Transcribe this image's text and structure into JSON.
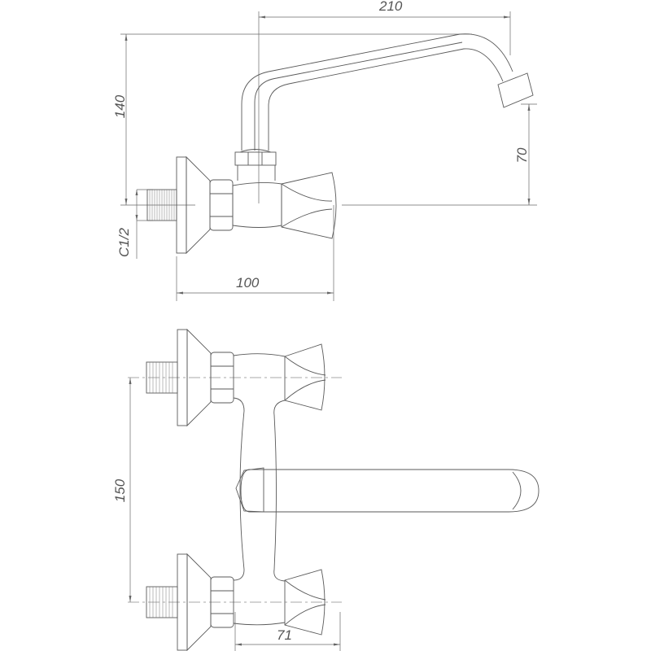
{
  "drawing": {
    "title": "Wall-mounted faucet dimensional drawing",
    "views": [
      "side-view",
      "front-view"
    ],
    "line_color": "#5a5a5a",
    "dimensions": {
      "spout_reach": "210",
      "total_height": "140",
      "spout_outlet_height": "70",
      "thread_size": "C1/2",
      "projection_depth": "100",
      "inlet_spacing": "150",
      "handle_depth": "71"
    }
  }
}
